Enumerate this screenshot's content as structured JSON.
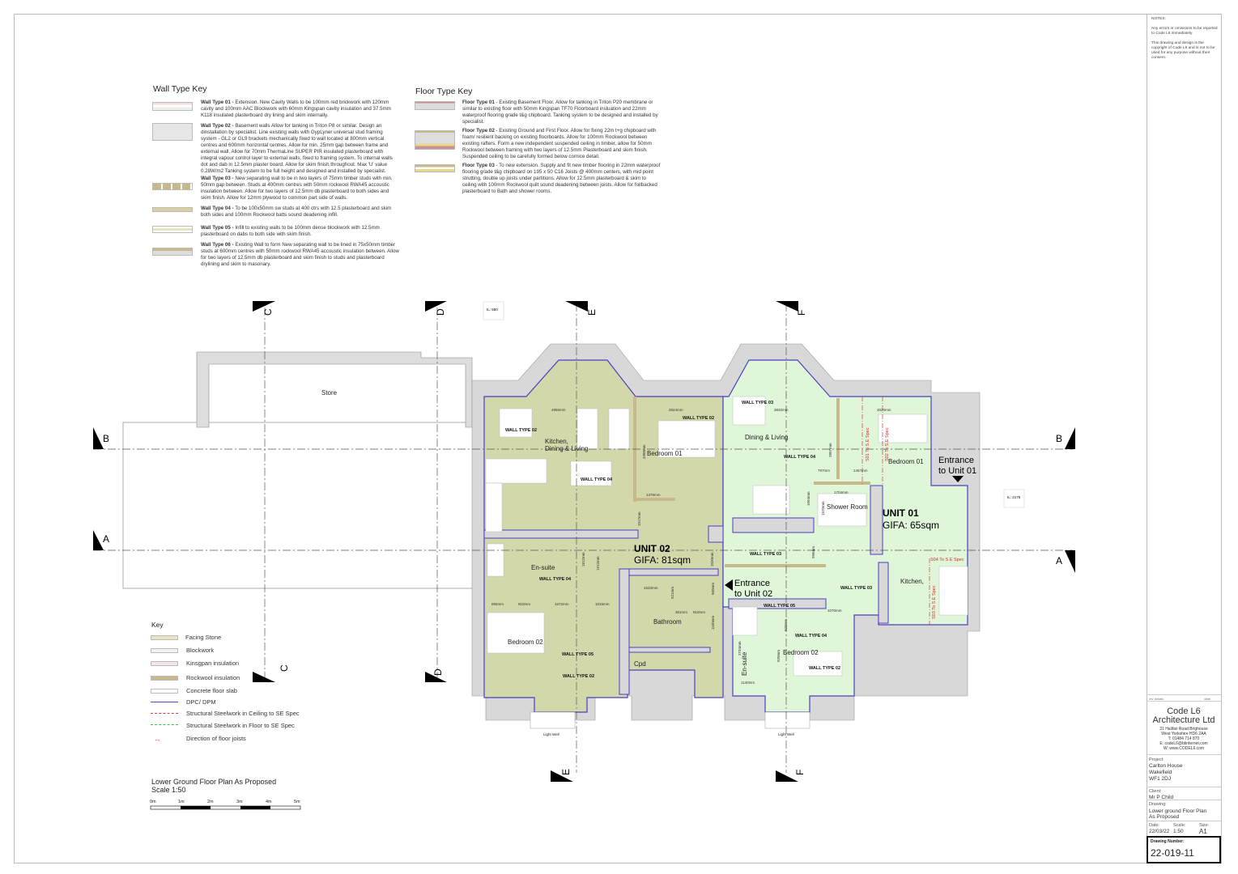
{
  "notes": {
    "heading": "NOTES:",
    "lines": [
      "Any errors or omissions to be reported to Code L6 immediately.",
      "This drawing and design is the copyright of Code L6 and is not to be used for any purpose without their consent."
    ]
  },
  "wall_key": {
    "title": "Wall Type Key",
    "items": [
      {
        "title": "Wall Type 01 -",
        "text": "Extension. New Cavity Walls to be 100mm red brickwork  with 120mm cavity and 100mm AAC Blockwork with 60mm Kingspan cavity insulation and 37.5mm K118 insulated plasterboard dry lining and skim internally."
      },
      {
        "title": "Wall Type 02 -",
        "text": "Basement walls Allow for tanking in Triton P8 or similar. Design an dinstallation by specialist. Line existing walls with GypLyner universal stud framing system - GL2 or GL9 brackets mechanically fixed to wall located at 800mm vertical centres and 600mm horizontal centres. Allow for min. 25mm gap between frame and external wall. Allow for 70mm ThermaLine SUPER PIR insulated plasterboard with integral vapour control layer to external walls, fixed to framing system. To internal walls dot and dab in 12.5mm plaster board. Allow for skim finish throughout. Max 'U' value 0.28W/m2  Tanking system to be full height and designed and installed by specialist."
      },
      {
        "title": "Wall Type 03 -",
        "text": "New separating wall to be in two layers of 75mm timber studs with min. 50mm gap between. Studs at 400mm centres with 50mm rockwool RWA45 accoustic insulation between. Allow for two layers of 12.5mm db plasterboard to both sides and skim finish. Allow for 12mm plywood to common part side of walls."
      },
      {
        "title": "Wall Type 04 -",
        "text": "To be 100x50mm sw studs at 400 ctrs with 12.5 plasterboard and skim both sides and 100mm Rockwool batts sound deadening infill."
      },
      {
        "title": "Wall Type 05 -",
        "text": "Infill to existing walls to be 100mm dense blockwork with 12.5mm plasterboard on dabs to both side with skim finish."
      },
      {
        "title": "Wall Type 06 -",
        "text": "Existing Wall to form New separating wall to be lined in 75x50mm timber studs at 600mm centres with 50mm rockwool RWA45 accoustic insulation between. Allow for two layers of 12.5mm db plasterboard and skim finish to studs and plasterboard drylining and skim to masonary."
      }
    ]
  },
  "floor_key": {
    "title": "Floor Type Key",
    "items": [
      {
        "title": "Floor Type 01",
        "text": "- Existing Basement Floor. Allow for tanking in Triton P20 membrane or similar to existing floor with 50mm Kingspan TF70 Floorboard insluation and 22mm waterproof flooring grade t&g chipboard.  Tanking system to be designed and installed by specialist."
      },
      {
        "title": "Floor Type 02",
        "text": "- Existing Ground and First Floor. Allow for fixing 22m t+g chipboard with foam/ resilient backing on existing floorboards. Allow for 100mm Rockwool between existing rafters. Form a new independent suspended ceiling in timber, allow for 50mm Rockwool between framing with two layers of 12.5mm Plasterboard and skim finish. Suspended ceiling to be carefully formed below cornice detail."
      },
      {
        "title": "Floor Type 03",
        "text": "- To new extension. Supply and fit new timber flooring in 22mm waterproof flooring grade t&g chipboard on  195 x 50 C16 Joists @ 400mm centers, with mid point strutting, double up joists under partitions. Allow for 12.5mm plasterboard & skim to ceiling with 100mm Rockwool quilt sound deadening between joists. Allow for foilbacked plasterboard to Bath and shower rooms."
      }
    ]
  },
  "legend": {
    "title": "Key",
    "items": [
      {
        "label": "Facing Stone",
        "color": "#e8e4c4"
      },
      {
        "label": "Blockwork",
        "color": "#f2f2f2"
      },
      {
        "label": "Kinsgpan insulation",
        "color": "#f5e4ee"
      },
      {
        "label": "Rockwool insulation",
        "color": "#c8b98a"
      },
      {
        "label": "Concrete floor slab",
        "color": "#ffffff"
      },
      {
        "label": "DPC/ DPM",
        "color": "#5548c8"
      },
      {
        "label": "Structural Steelwork in Ceiling to SE Spec",
        "color": "#d04040"
      },
      {
        "label": "Structural Steelwork in Floor to SE Spec",
        "color": "#40c040"
      },
      {
        "label": "Direction of floor joists",
        "color": "#e06060"
      }
    ]
  },
  "drawing_title": {
    "line1": "Lower Ground Floor Plan As Proposed",
    "line2": "Scale 1:50",
    "scale_ticks": [
      "0m",
      "1m",
      "2m",
      "3m",
      "4m",
      "5m"
    ]
  },
  "grid": {
    "C": "C",
    "D": "D",
    "E": "E",
    "F": "F",
    "A": "A",
    "B": "B"
  },
  "levels": {
    "il1": "IL: 550",
    "il2": "IL: 2175"
  },
  "plan": {
    "store": "Store",
    "unit02": {
      "name": "UNIT 02",
      "gifa": "GIFA: 81sqm",
      "entrance1": "Entrance",
      "entrance2": "to Unit 02"
    },
    "unit01": {
      "name": "UNIT 01",
      "gifa": "GIFA: 65sqm",
      "entrance1": "Entrance",
      "entrance2": "to Unit 01"
    },
    "rooms": {
      "kdl1": "Kitchen,",
      "kdl2": "Dining & Living",
      "bed01a": "Bedroom 01",
      "ensuite_a": "En-suite",
      "bed02a": "Bedroom 02",
      "bathroom": "Bathroom",
      "cpd": "Cpd",
      "dining": "Dining & Living",
      "bed01b": "Bedroom 01",
      "shower": "Shower Room",
      "kitchen_b": "Kitchen,",
      "bed02b": "Bedroom 02",
      "ensuite_b": "En-suite",
      "lightwell1": "Light Well",
      "lightwell2": "Light Well"
    },
    "walls": {
      "w02a": "WALL TYPE 02",
      "w02b": "WALL TYPE 02",
      "w04a": "WALL TYPE 04",
      "w04b": "WALL TYPE 04",
      "w05a": "WALL TYPE 05",
      "w02c": "WALL TYPE 02",
      "w03a": "WALL TYPE 03",
      "w04c": "WALL TYPE 04",
      "w03b": "WALL TYPE 03",
      "w03c": "WALL TYPE 03",
      "w05b": "WALL TYPE 05",
      "w04d": "WALL TYPE 04",
      "w02d": "WALL TYPE 02"
    },
    "dims": {
      "d1": "4956mm",
      "d2": "2844mm",
      "d3": "3380mm",
      "d4": "1375mm",
      "d5": "1017mm",
      "d6": "1812mm",
      "d7": "1912mm",
      "d8": "895mm",
      "d9": "910mm",
      "d10": "1672mm",
      "d11": "1015mm",
      "d12": "1633mm",
      "d13": "921mm",
      "d14": "361mm",
      "d15": "910mm",
      "d16": "960mm",
      "d17": "1020mm",
      "d18": "1160mm",
      "d19": "3832mm",
      "d20": "3020mm",
      "d21": "2807mm",
      "d22": "797mm",
      "d23": "1457mm",
      "d24": "1704mm",
      "d25": "1094mm",
      "d26": "1570mm",
      "d27": "996mm",
      "d28": "1070mm",
      "d29": "922mm",
      "d30": "920mm",
      "d31": "2734mm",
      "d32": "1140mm"
    },
    "steel": {
      "s01": "S01 To S.E Spec",
      "s02": "S02 To S.E Spec",
      "s03": "S03 To S.E Spec",
      "s04": "S04 To S.E Spec"
    }
  },
  "title_block": {
    "rev": "rev",
    "details": "details",
    "date_col": "date",
    "company1": "Code L6",
    "company2": "Architecture Ltd",
    "address": [
      "31 Halifax Road  Brighouse",
      "West Yorkshire   HD6 2AA",
      "T: 01484 714 870",
      "E: codeL6@btinternet.com",
      "W: www.CODEL6.com"
    ],
    "project_label": "Project:",
    "project": [
      "Carlton House",
      "Wakefield",
      "WF1 2DJ"
    ],
    "client_label": "Client:",
    "client": "Mr P Child",
    "drawing_label": "Drawing:",
    "drawing": [
      "Lower ground Floor Plan",
      "As Proposed"
    ],
    "date_label": "Date:",
    "date": "22/03/22",
    "scale_label": "Scale:",
    "scale": "1:50",
    "size_label": "Size:",
    "size": "A1",
    "number_label": "Drawing Number:",
    "number": "22-019-11"
  }
}
